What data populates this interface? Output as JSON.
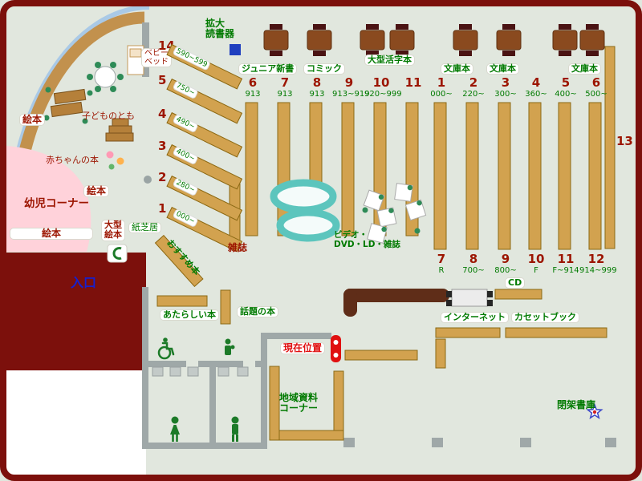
{
  "labels": {
    "magnifier": "拡大\n読書器",
    "baby_bed": "ベビー\nベッド",
    "ehon": "絵本",
    "kodomo_no_tomo": "子どものとも",
    "baby_books": "赤ちゃんの本",
    "infant_corner": "幼児コーナー",
    "large_ehon": "大型\n絵本",
    "kamishibai": "紙芝居",
    "entrance": "入口",
    "recommended": "おすすめ本",
    "magazines": "雑誌",
    "video_corner": "ビデオ・\nDVD・LD・雑誌",
    "junior_shinsho": "ジュニア新書",
    "comic": "コミック",
    "large_print": "大型活字本",
    "bunko": "文庫本",
    "new_books": "あたらしい本",
    "topic_books": "話題の本",
    "current_location": "現在位置",
    "internet": "インターネット",
    "cassette_books": "カセットブック",
    "cd": "CD",
    "local_corner": "地域資料\nコーナー",
    "closed_stacks": "閉架書庫",
    "area13": "13"
  },
  "diagonal_shelves": [
    {
      "num": "14",
      "range": "590~599"
    },
    {
      "num": "5",
      "range": "750~"
    },
    {
      "num": "4",
      "range": "490~"
    },
    {
      "num": "3",
      "range": "400~"
    },
    {
      "num": "2",
      "range": "280~"
    },
    {
      "num": "1",
      "range": "000~"
    }
  ],
  "center_stacks": [
    {
      "num": "6",
      "range": "913"
    },
    {
      "num": "7",
      "range": "913"
    },
    {
      "num": "8",
      "range": "913"
    },
    {
      "num": "9",
      "range": "913~919"
    },
    {
      "num": "10",
      "range": "920~999"
    },
    {
      "num": "11",
      "range": ""
    }
  ],
  "right_stacks_top": [
    {
      "num": "1",
      "range": "000~"
    },
    {
      "num": "2",
      "range": "220~"
    },
    {
      "num": "3",
      "range": "300~"
    },
    {
      "num": "4",
      "range": "360~"
    },
    {
      "num": "5",
      "range": "400~"
    },
    {
      "num": "6",
      "range": "500~"
    }
  ],
  "right_stacks_bottom": [
    {
      "num": "7",
      "range": "R"
    },
    {
      "num": "8",
      "range": "700~"
    },
    {
      "num": "9",
      "range": "800~"
    },
    {
      "num": "10",
      "range": "F"
    },
    {
      "num": "11",
      "range": "F~914"
    },
    {
      "num": "12",
      "range": "914~999"
    }
  ],
  "colors": {
    "floor": "#e1e7de",
    "wall_maroon": "#7c100c",
    "wall_gray": "#9fa8a8",
    "shelf_tan": "#d2a24f",
    "text_green": "#007a00",
    "text_dark_red": "#9c1500",
    "text_blue": "#1520d0",
    "marker_red": "#e01010",
    "infant_pink": "#ffd2da",
    "bench_teal": "#5cc5bd"
  }
}
